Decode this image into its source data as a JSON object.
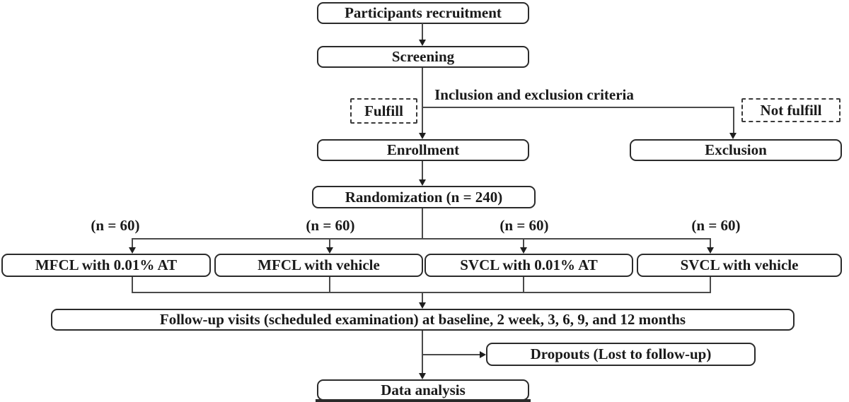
{
  "flow": {
    "participants": "Participants recruitment",
    "screening": "Screening",
    "criteria": "Inclusion and exclusion criteria",
    "fulfill": "Fulfill",
    "not_fulfill": "Not fulfill",
    "enrollment": "Enrollment",
    "exclusion": "Exclusion",
    "randomization": "Randomization (n = 240)",
    "arms": [
      {
        "count": "(n = 60)",
        "label": "MFCL with 0.01% AT"
      },
      {
        "count": "(n = 60)",
        "label": "MFCL with vehicle"
      },
      {
        "count": "(n = 60)",
        "label": "SVCL with 0.01% AT"
      },
      {
        "count": "(n = 60)",
        "label": "SVCL with vehicle"
      }
    ],
    "followup": "Follow-up visits (scheduled examination) at baseline, 2 week, 3, 6, 9, and 12 months",
    "dropouts": "Dropouts (Lost to follow-up)",
    "data_analysis": "Data analysis"
  },
  "colors": {
    "line": "#4a4a4a",
    "border": "#2b2b2b",
    "text": "#1a1a1a",
    "background": "#ffffff"
  }
}
